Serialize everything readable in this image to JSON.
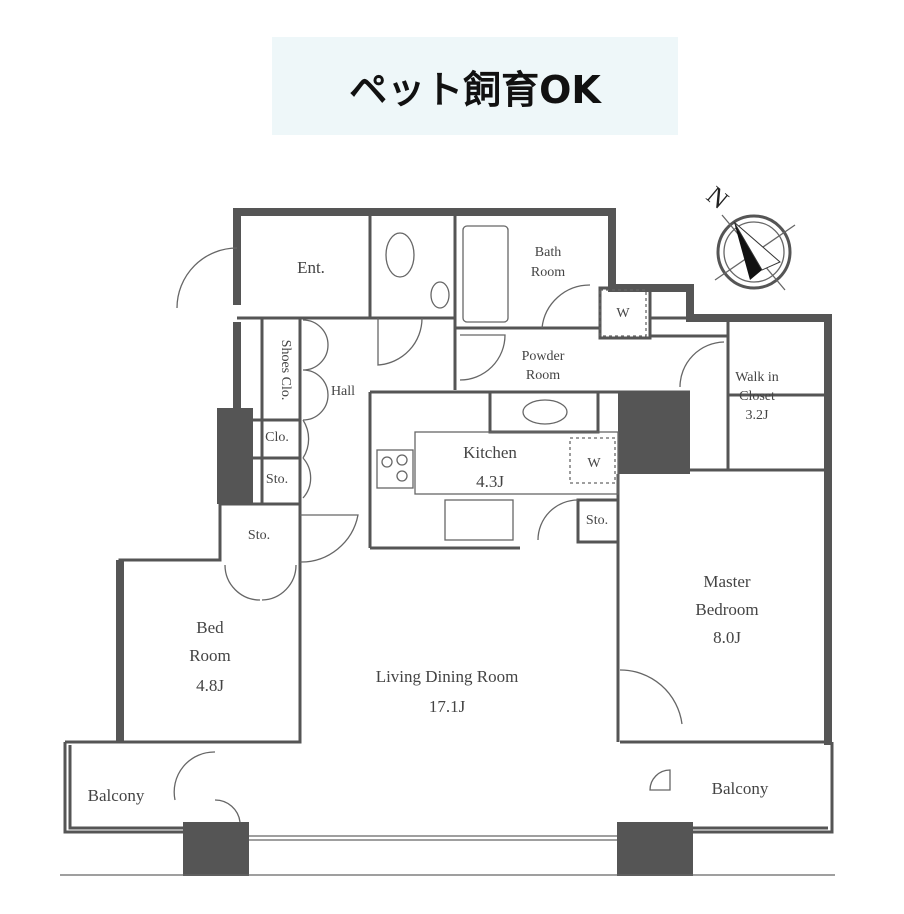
{
  "banner": {
    "text": "ペット飼育OK"
  },
  "compass": {
    "label": "N"
  },
  "rooms": {
    "entrance": "Ent.",
    "bath_line1": "Bath",
    "bath_line2": "Room",
    "washer_upper": "W",
    "powder_line1": "Powder",
    "powder_line2": "Room",
    "walkin_line1": "Walk in",
    "walkin_line2": "Closet",
    "walkin_size": "3.2J",
    "shoes_closet": "Shoes Clo.",
    "hall": "Hall",
    "closet": "Clo.",
    "storage_hall": "Sto.",
    "kitchen": "Kitchen",
    "kitchen_size": "4.3J",
    "washer_kitchen": "W",
    "storage_kitchen": "Sto.",
    "storage_bed": "Sto.",
    "master_line1": "Master",
    "master_line2": "Bedroom",
    "master_size": "8.0J",
    "bed_line1": "Bed",
    "bed_line2": "Room",
    "bed_size": "4.8J",
    "living": "Living Dining Room",
    "living_size": "17.1J",
    "balcony_left": "Balcony",
    "balcony_right": "Balcony"
  }
}
